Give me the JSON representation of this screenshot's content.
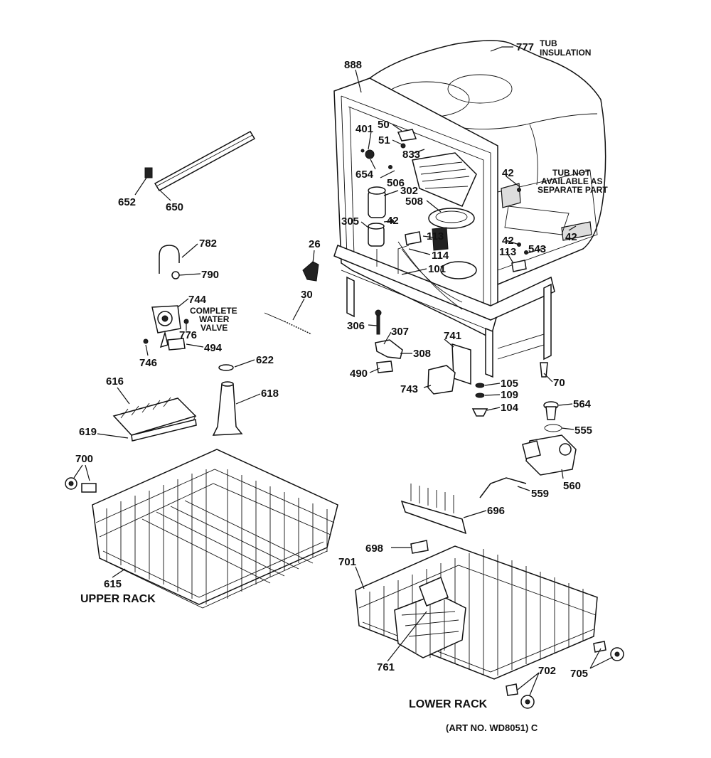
{
  "diagram": {
    "part_labels": {
      "p777": "777",
      "p888": "888",
      "p401": "401",
      "p50": "50",
      "p51": "51",
      "p833": "833",
      "p654": "654",
      "p506": "506",
      "p302": "302",
      "p508": "508",
      "p305": "305",
      "p42a": "42",
      "p42b": "42",
      "p42c": "42",
      "p42d": "42",
      "p113a": "113",
      "p113b": "113",
      "p114": "114",
      "p101": "101",
      "p543": "543",
      "p652": "652",
      "p650": "650",
      "p782": "782",
      "p790": "790",
      "p26": "26",
      "p30": "30",
      "p744": "744",
      "p776": "776",
      "p494": "494",
      "p746": "746",
      "p306": "306",
      "p307": "307",
      "p308": "308",
      "p741": "741",
      "p490": "490",
      "p743": "743",
      "p105": "105",
      "p109": "109",
      "p104": "104",
      "p70": "70",
      "p622": "622",
      "p618": "618",
      "p616": "616",
      "p619": "619",
      "p564": "564",
      "p555": "555",
      "p560": "560",
      "p559": "559",
      "p700": "700",
      "p696": "696",
      "p698": "698",
      "p615": "615",
      "p701": "701",
      "p761": "761",
      "p702": "702",
      "p705": "705"
    },
    "notes": {
      "tub_insulation_1": "TUB",
      "tub_insulation_2": "INSULATION",
      "tub_not_1": "TUB NOT",
      "tub_not_2": "AVAILABLE AS",
      "tub_not_3": "SEPARATE PART",
      "valve_1": "COMPLETE",
      "valve_2": "WATER",
      "valve_3": "VALVE"
    },
    "captions": {
      "upper_rack": "UPPER RACK",
      "lower_rack": "LOWER RACK",
      "art_no": "(ART NO. WD8051) C"
    }
  }
}
